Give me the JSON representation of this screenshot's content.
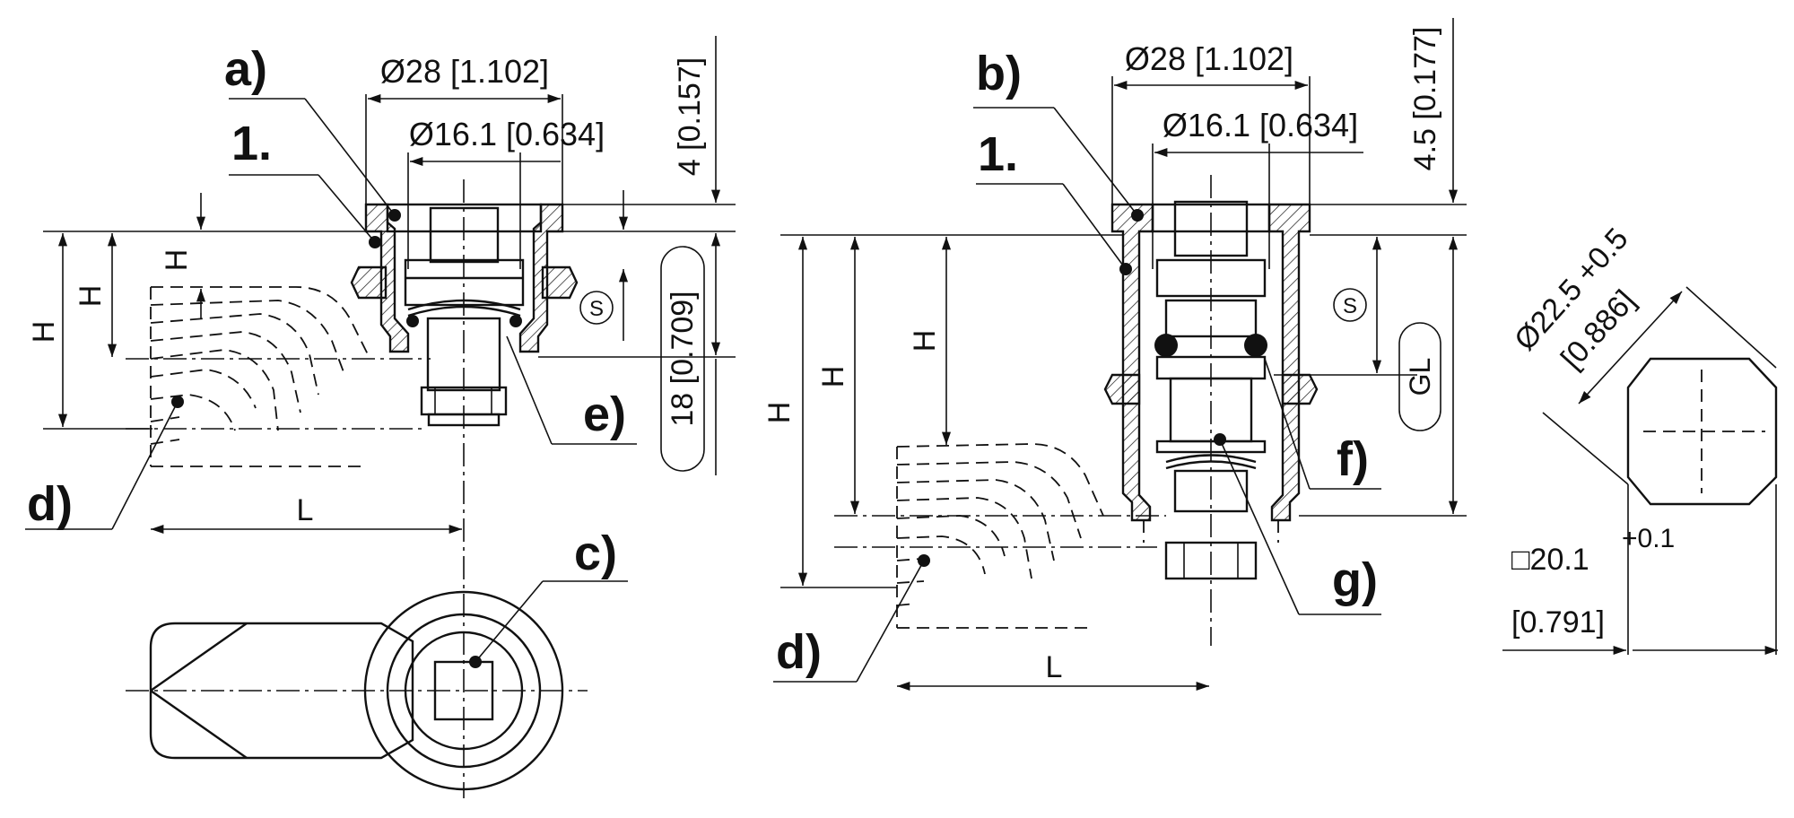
{
  "left_view": {
    "label_a": "a)",
    "label_1": "1.",
    "label_e": "e)",
    "label_d": "d)",
    "label_c": "c)",
    "dim_outer_dia": "Ø28 [1.102]",
    "dim_inner_dia": "Ø16.1 [0.634]",
    "dim_top": "4 [0.157]",
    "dim_side": "18 [0.709]",
    "dim_s": "S",
    "dim_h": "H",
    "dim_l": "L"
  },
  "right_view": {
    "label_b": "b)",
    "label_1": "1.",
    "label_f": "f)",
    "label_g": "g)",
    "label_d": "d)",
    "dim_outer_dia": "Ø28 [1.102]",
    "dim_inner_dia": "Ø16.1 [0.634]",
    "dim_top": "4.5 [0.177]",
    "dim_gl": "GL",
    "dim_s": "S",
    "dim_h": "H",
    "dim_l": "L"
  },
  "cutout_view": {
    "dim_dia": "Ø22.5 +0.5",
    "dim_dia_inch": "[0.886]",
    "dim_square": "□20.1",
    "dim_square_tol": "+0.1",
    "dim_square_inch": "[0.791]"
  }
}
